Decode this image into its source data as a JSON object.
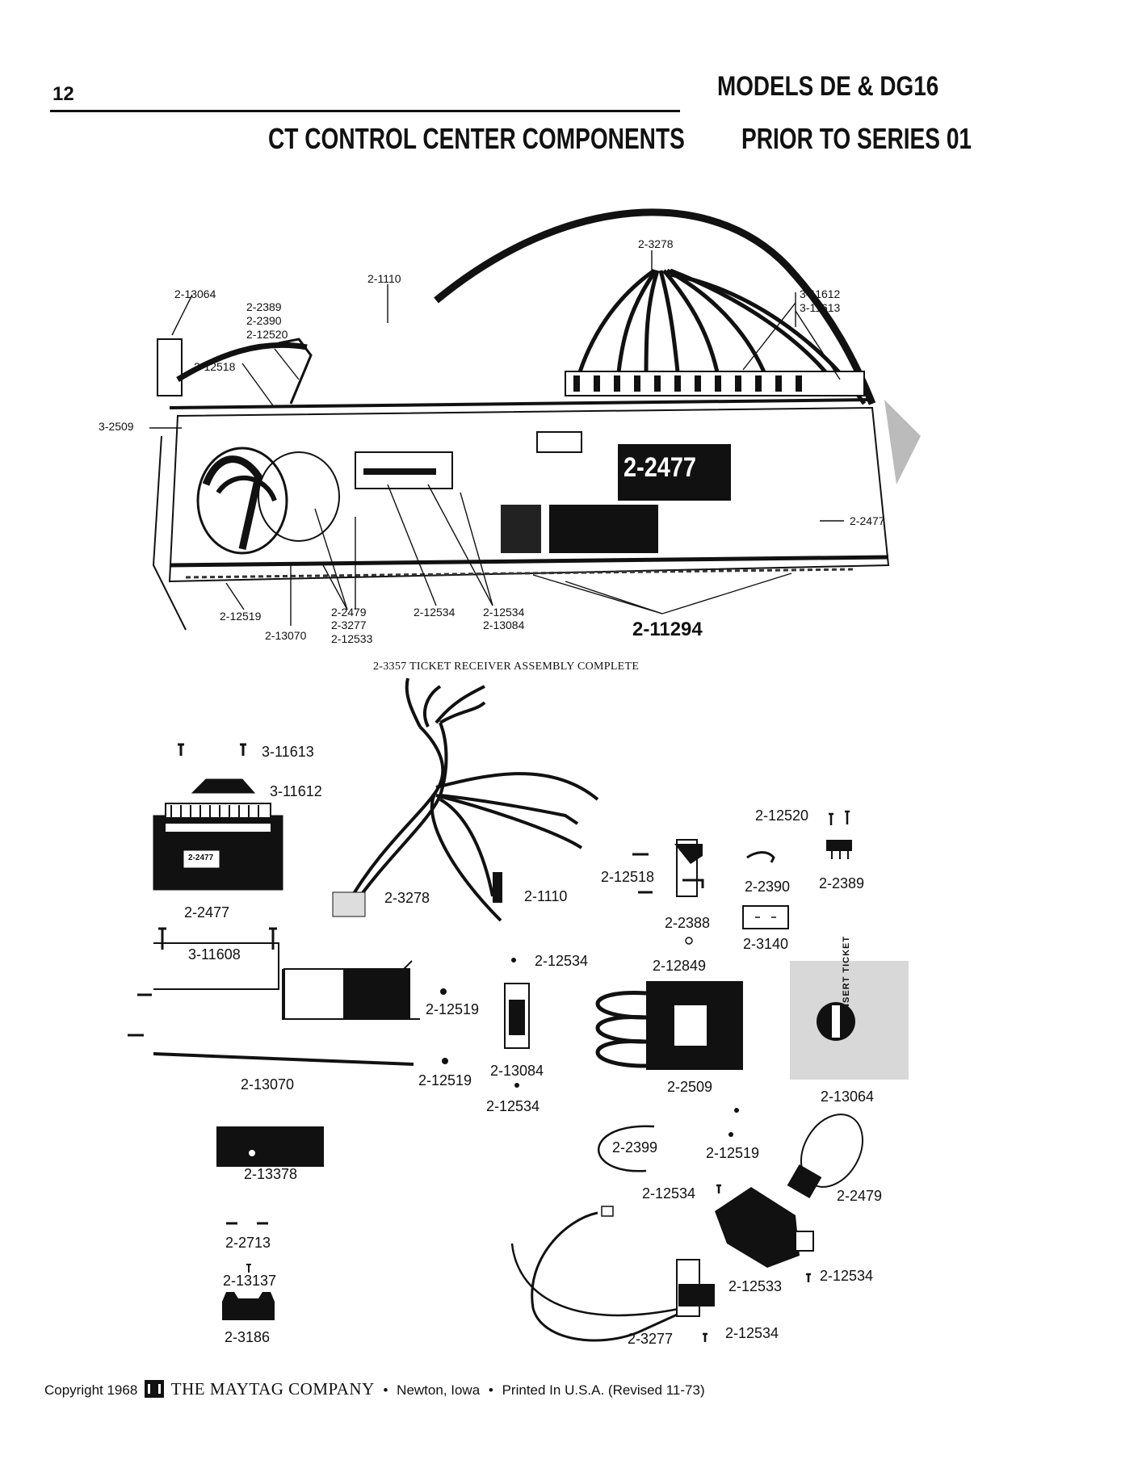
{
  "header": {
    "page_number": "12",
    "models": "MODELS DE & DG16",
    "section_title": "CT CONTROL CENTER COMPONENTS",
    "series": "PRIOR TO SERIES 01"
  },
  "assembly": {
    "caption": "2-3357 TICKET RECEIVER ASSEMBLY COMPLETE",
    "main_label": "2-2477",
    "bold_part": "2-11294",
    "callouts": [
      {
        "id": "a1",
        "text": "2-3278"
      },
      {
        "id": "a2",
        "text": "2-1110"
      },
      {
        "id": "a3",
        "text": "2-13064"
      },
      {
        "id": "a4",
        "text": "2-2389"
      },
      {
        "id": "a5",
        "text": "2-2390"
      },
      {
        "id": "a6",
        "text": "2-12520"
      },
      {
        "id": "a7",
        "text": "2-12518"
      },
      {
        "id": "a8",
        "text": "3-2509"
      },
      {
        "id": "a9",
        "text": "3-11612"
      },
      {
        "id": "a10",
        "text": "3-11613"
      },
      {
        "id": "a11",
        "text": "2-2477"
      },
      {
        "id": "a12",
        "text": "2-12519"
      },
      {
        "id": "a13",
        "text": "2-13070"
      },
      {
        "id": "a14",
        "text": "2-2479"
      },
      {
        "id": "a15",
        "text": "2-3277"
      },
      {
        "id": "a16",
        "text": "2-12533"
      },
      {
        "id": "a17",
        "text": "2-12534"
      },
      {
        "id": "a18",
        "text": "2-12534"
      },
      {
        "id": "a19",
        "text": "2-13084"
      }
    ]
  },
  "parts": [
    {
      "id": "p1",
      "text": "3-11613"
    },
    {
      "id": "p2",
      "text": "3-11612"
    },
    {
      "id": "p3",
      "text": "2-2477"
    },
    {
      "id": "p4",
      "text": "3-11608"
    },
    {
      "id": "p5",
      "text": "2-3278"
    },
    {
      "id": "p6",
      "text": "2-1110"
    },
    {
      "id": "p7",
      "text": "2-12520"
    },
    {
      "id": "p8",
      "text": "2-12518"
    },
    {
      "id": "p9",
      "text": "2-2390"
    },
    {
      "id": "p10",
      "text": "2-2389"
    },
    {
      "id": "p11",
      "text": "2-2388"
    },
    {
      "id": "p12",
      "text": "2-3140"
    },
    {
      "id": "p13",
      "text": "2-12534"
    },
    {
      "id": "p14",
      "text": "2-12849"
    },
    {
      "id": "p15",
      "text": "2-12519"
    },
    {
      "id": "p16",
      "text": "2-13070"
    },
    {
      "id": "p17",
      "text": "2-12519"
    },
    {
      "id": "p18",
      "text": "2-13084"
    },
    {
      "id": "p19",
      "text": "2-12534"
    },
    {
      "id": "p20",
      "text": "2-2509"
    },
    {
      "id": "p21",
      "text": "2-13064"
    },
    {
      "id": "p22",
      "text": "2-13378"
    },
    {
      "id": "p23",
      "text": "2-2399"
    },
    {
      "id": "p24",
      "text": "2-12519"
    },
    {
      "id": "p25",
      "text": "2-12534"
    },
    {
      "id": "p26",
      "text": "2-2479"
    },
    {
      "id": "p27",
      "text": "2-2713"
    },
    {
      "id": "p28",
      "text": "2-13137"
    },
    {
      "id": "p29",
      "text": "2-12533"
    },
    {
      "id": "p30",
      "text": "2-12534"
    },
    {
      "id": "p31",
      "text": "2-3186"
    },
    {
      "id": "p32",
      "text": "2-3277"
    },
    {
      "id": "p33",
      "text": "2-12534"
    }
  ],
  "labels_on_parts": {
    "module_label": "2-2477",
    "insert_ticket": "INSERT TICKET"
  },
  "footer": {
    "copyright": "Copyright 1968",
    "company": "THE MAYTAG COMPANY",
    "location": "Newton, Iowa",
    "printed": "Printed In U.S.A. (Revised  11-73)"
  }
}
